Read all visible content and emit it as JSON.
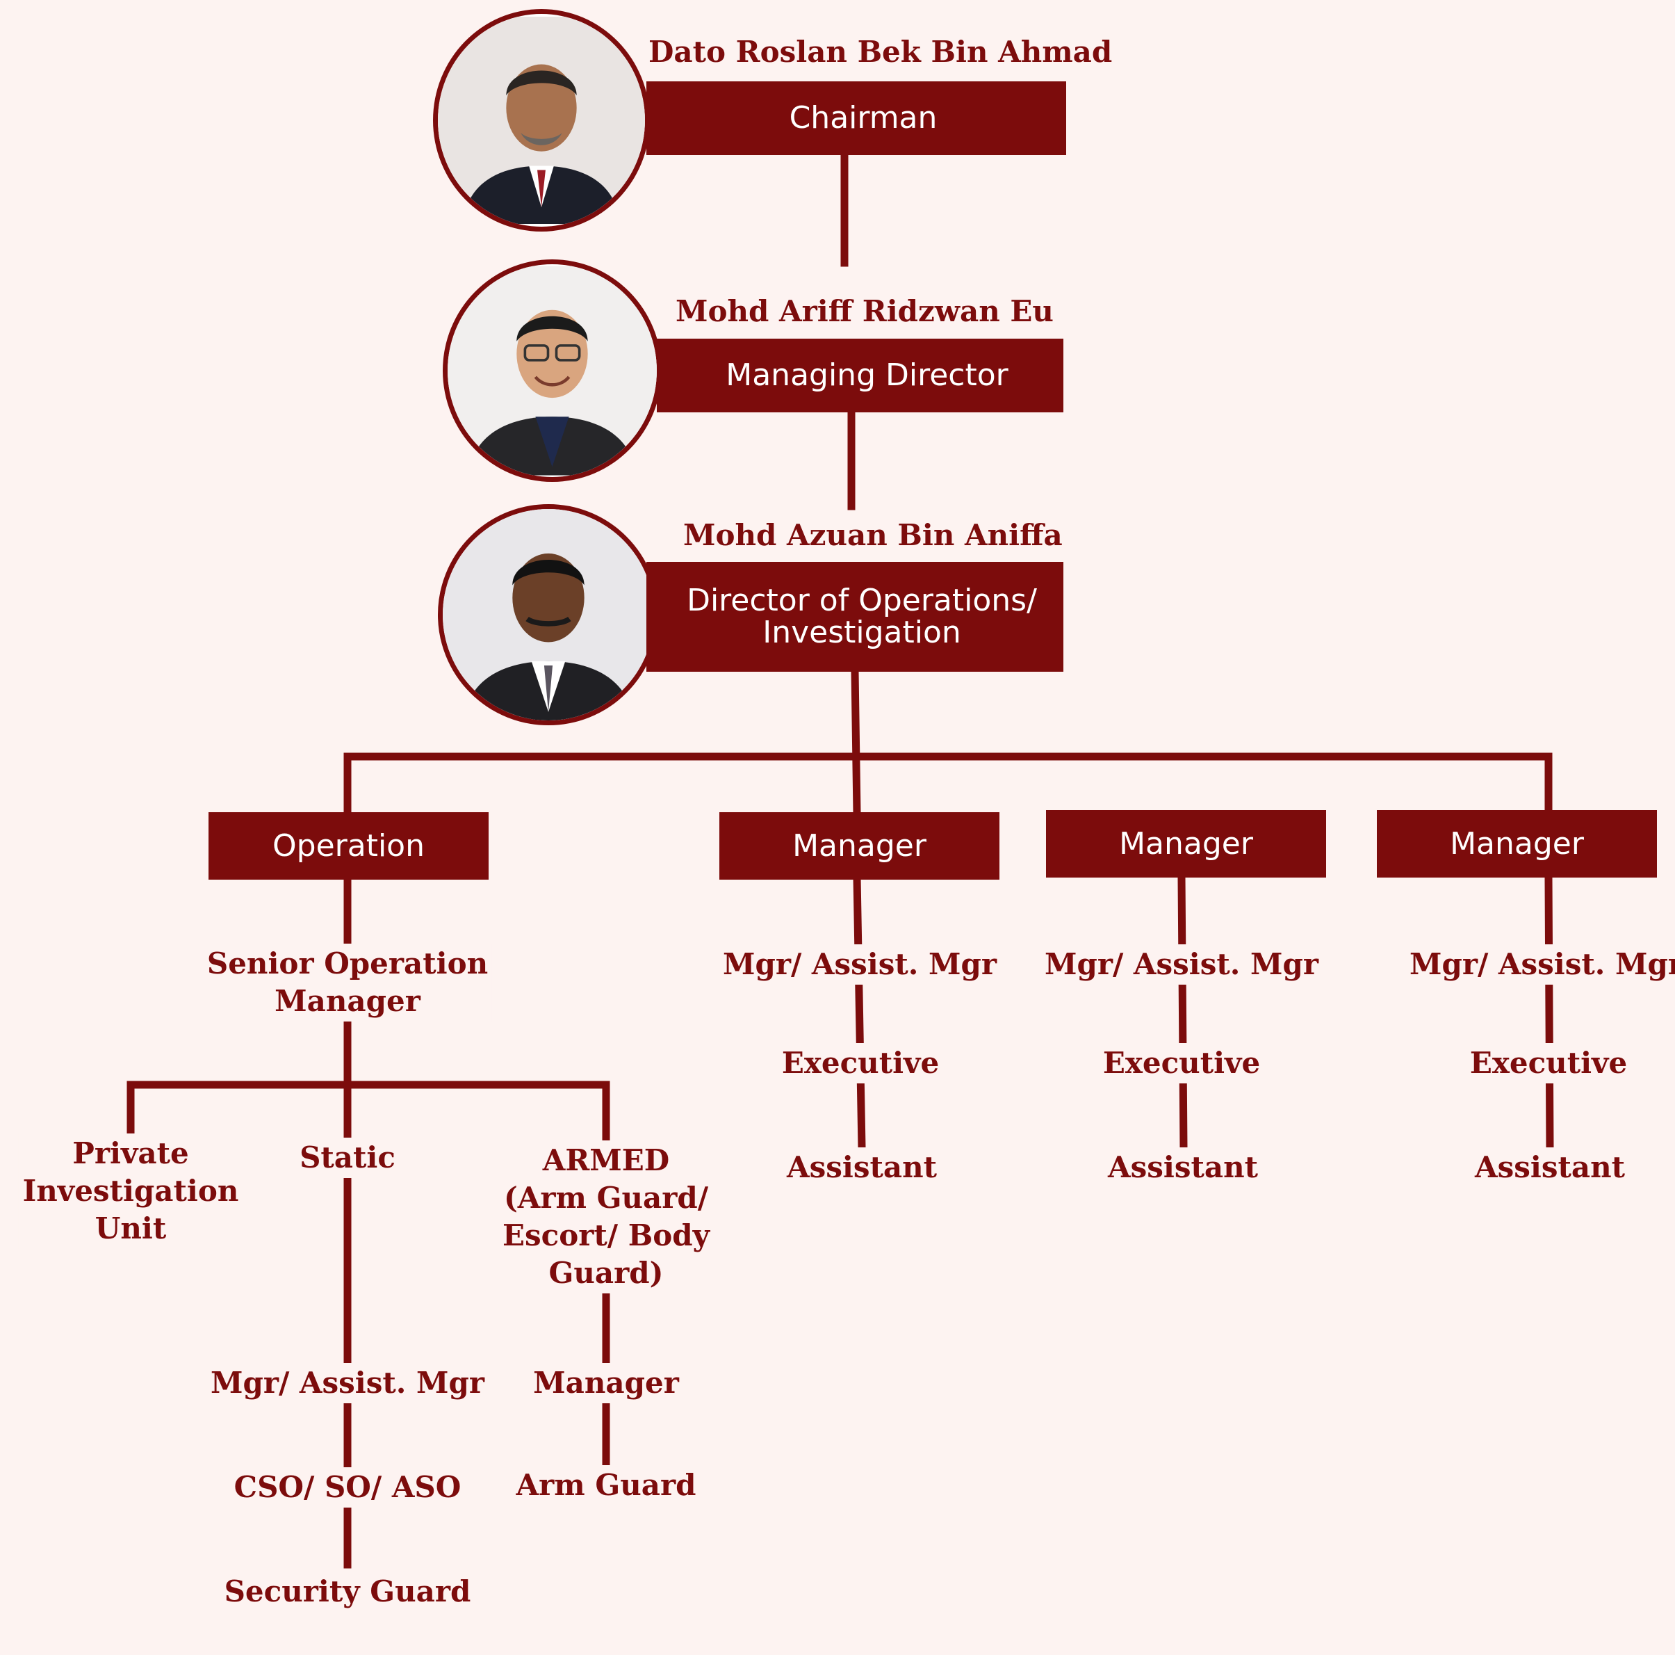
{
  "colors": {
    "accent": "#7c0c0c",
    "background": "#fdf3f1"
  },
  "leaders": [
    {
      "name": "Dato Roslan Bek Bin Ahmad",
      "role": "Chairman",
      "icon": "person-portrait-icon"
    },
    {
      "name": "Mohd Ariff Ridzwan Eu",
      "role": "Managing Director",
      "icon": "person-portrait-icon"
    },
    {
      "name": "Mohd Azuan Bin Aniffa",
      "role_line1": "Director of Operations/",
      "role_line2": "Investigation",
      "icon": "person-portrait-icon"
    }
  ],
  "branches": {
    "operation": {
      "title": "Operation",
      "senior_line1": "Senior Operation",
      "senior_line2": "Manager",
      "units": {
        "private": {
          "line1": "Private",
          "line2": "Investigation",
          "line3": "Unit"
        },
        "static": {
          "title": "Static",
          "mgr": "Mgr/ Assist. Mgr",
          "cso": "CSO/ SO/ ASO",
          "guard": "Security Guard"
        },
        "armed": {
          "line1": "ARMED",
          "line2": "(Arm Guard/",
          "line3": "Escort/ Body",
          "line4": "Guard)",
          "manager": "Manager",
          "arm_guard": "Arm Guard"
        }
      }
    },
    "managers": [
      {
        "title": "Manager",
        "mgr": "Mgr/ Assist. Mgr",
        "executive": "Executive",
        "assistant": "Assistant"
      },
      {
        "title": "Manager",
        "mgr": "Mgr/ Assist. Mgr",
        "executive": "Executive",
        "assistant": "Assistant"
      },
      {
        "title": "Manager",
        "mgr": "Mgr/ Assist. Mgr",
        "executive": "Executive",
        "assistant": "Assistant"
      }
    ]
  }
}
